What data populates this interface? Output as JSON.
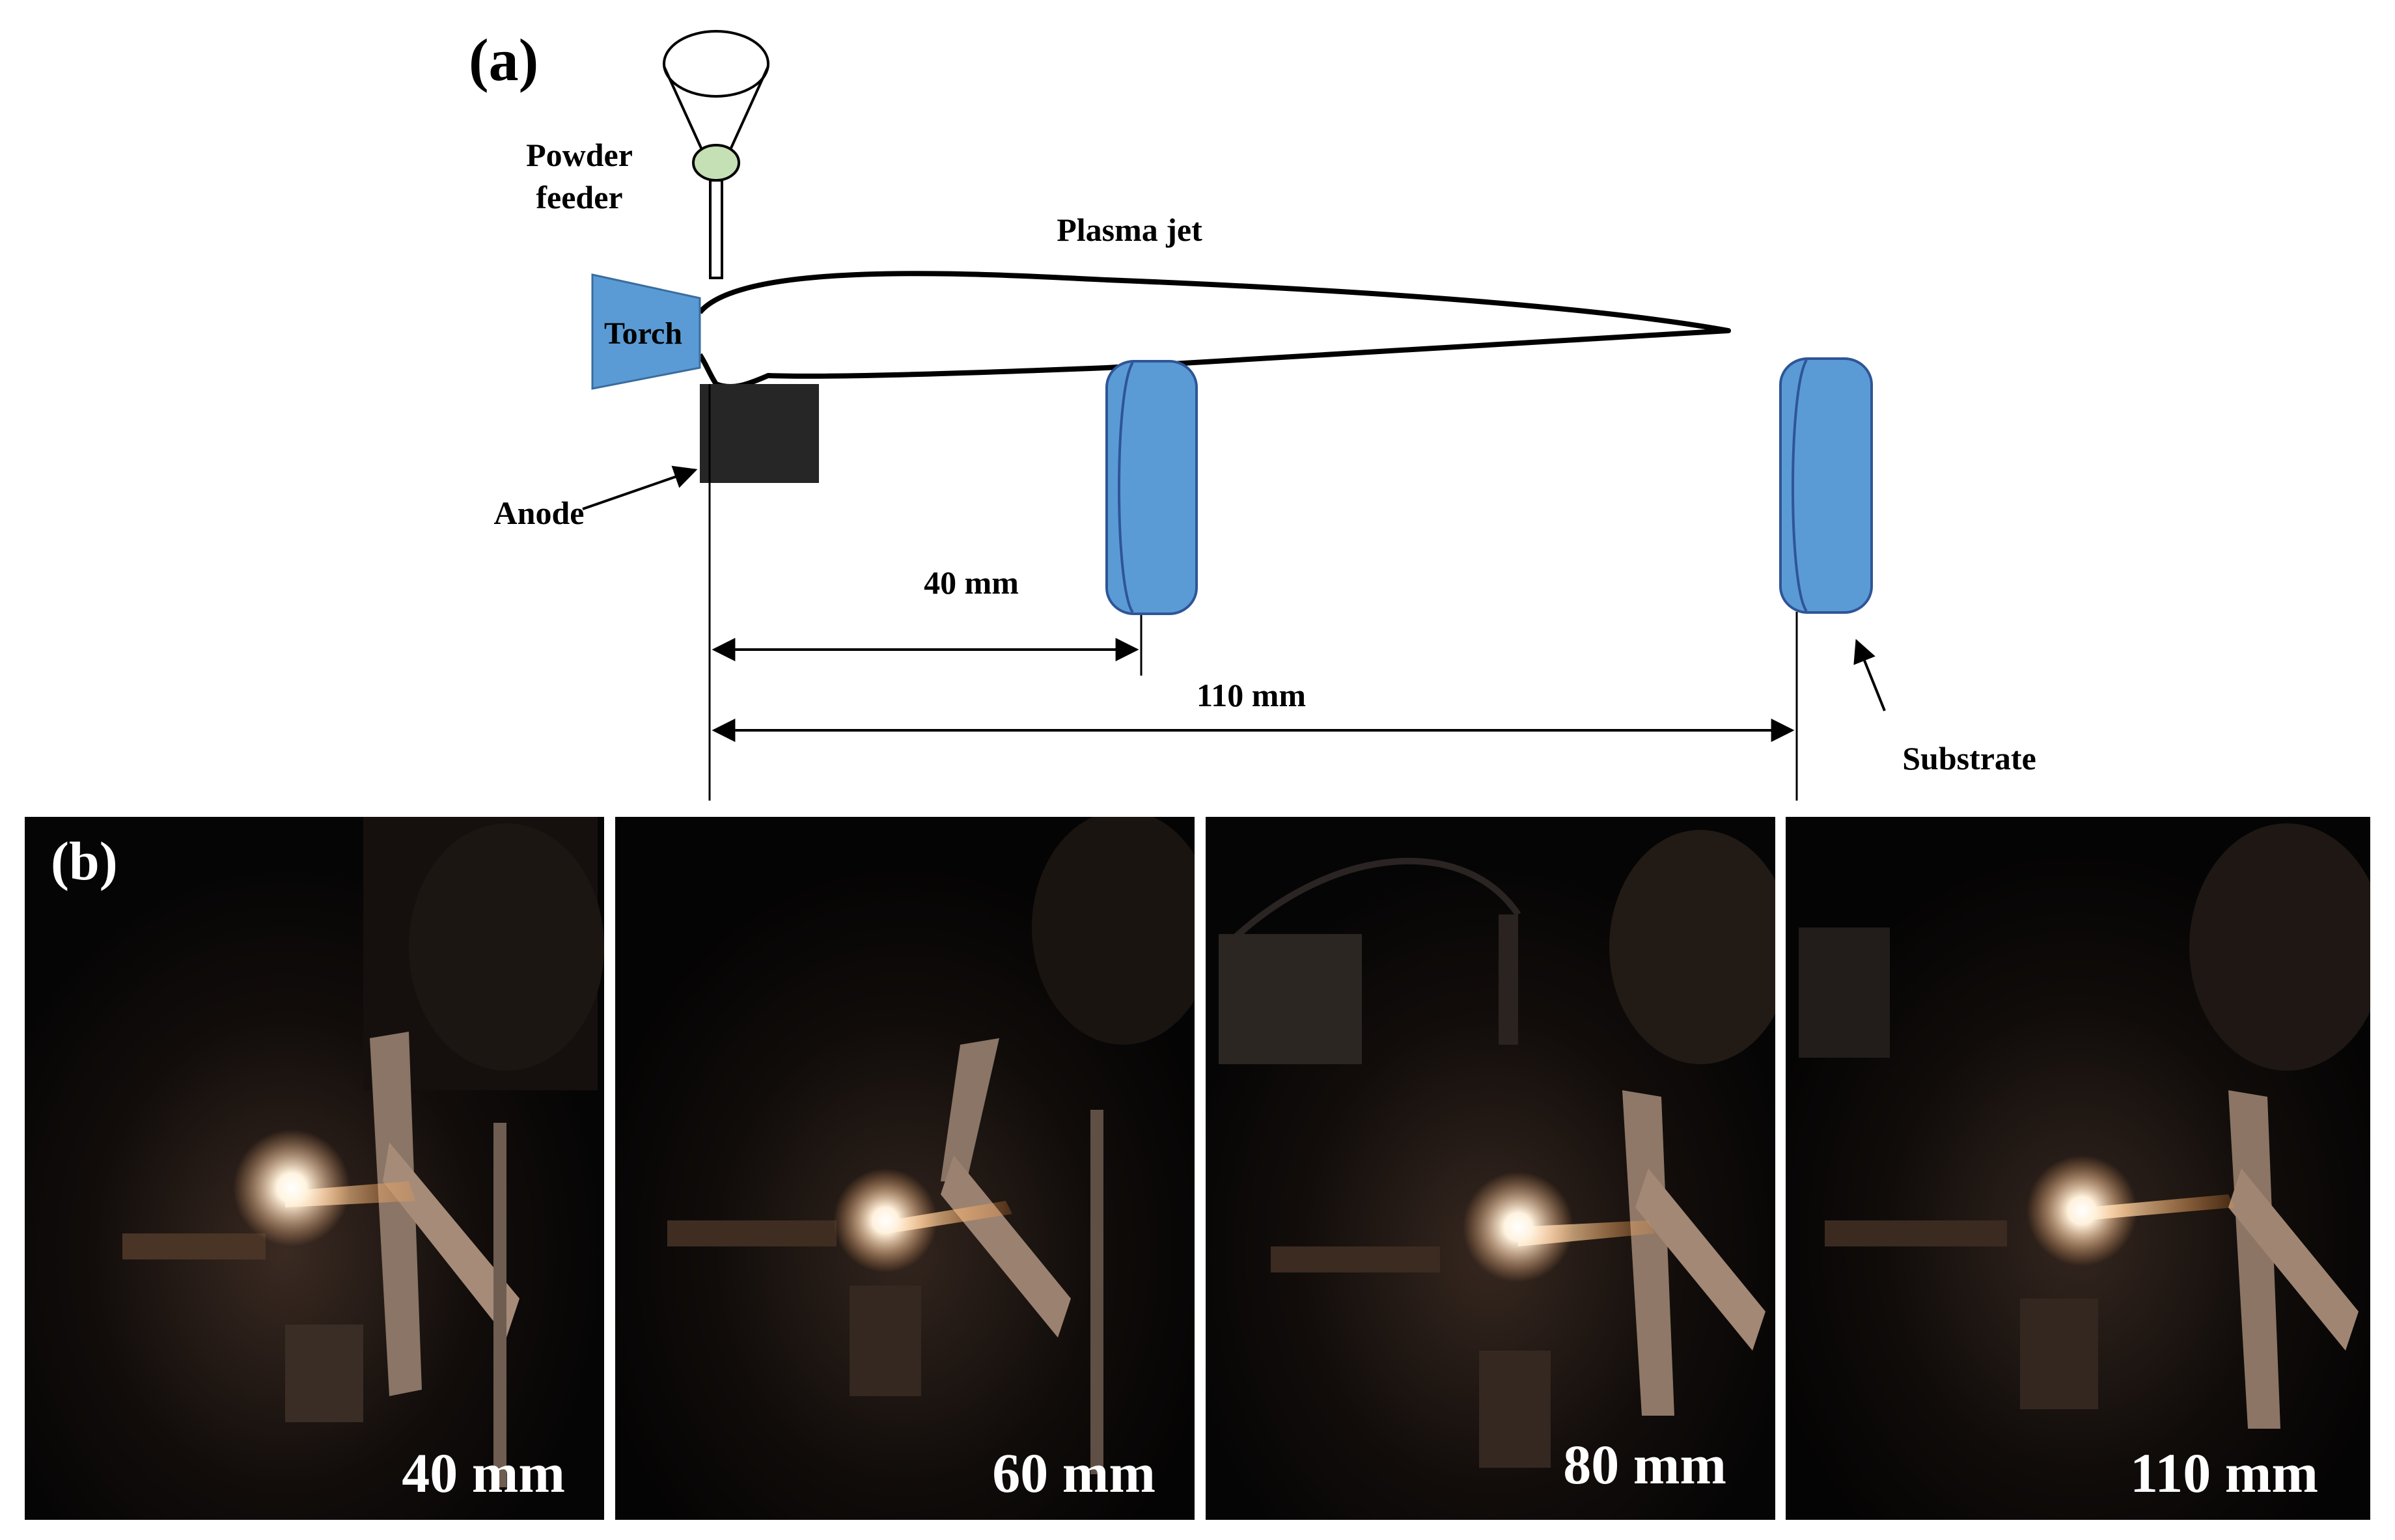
{
  "panel_a": {
    "label": "(a)",
    "powder_feeder_line1": "Powder",
    "powder_feeder_line2": "feeder",
    "plasma_jet": "Plasma jet",
    "torch": "Torch",
    "anode": "Anode",
    "distance_near": "40 mm",
    "distance_far": "110 mm",
    "substrate": "Substrate",
    "colors": {
      "torch_fill": "#5b9bd5",
      "substrate_fill": "#5b9bd5",
      "anode_fill": "#262626",
      "feeder_ball": "#c5e0b4"
    }
  },
  "panel_b": {
    "label": "(b)",
    "photos": [
      {
        "caption": "40 mm"
      },
      {
        "caption": "60 mm"
      },
      {
        "caption": "80 mm"
      },
      {
        "caption": "110 mm"
      }
    ]
  }
}
